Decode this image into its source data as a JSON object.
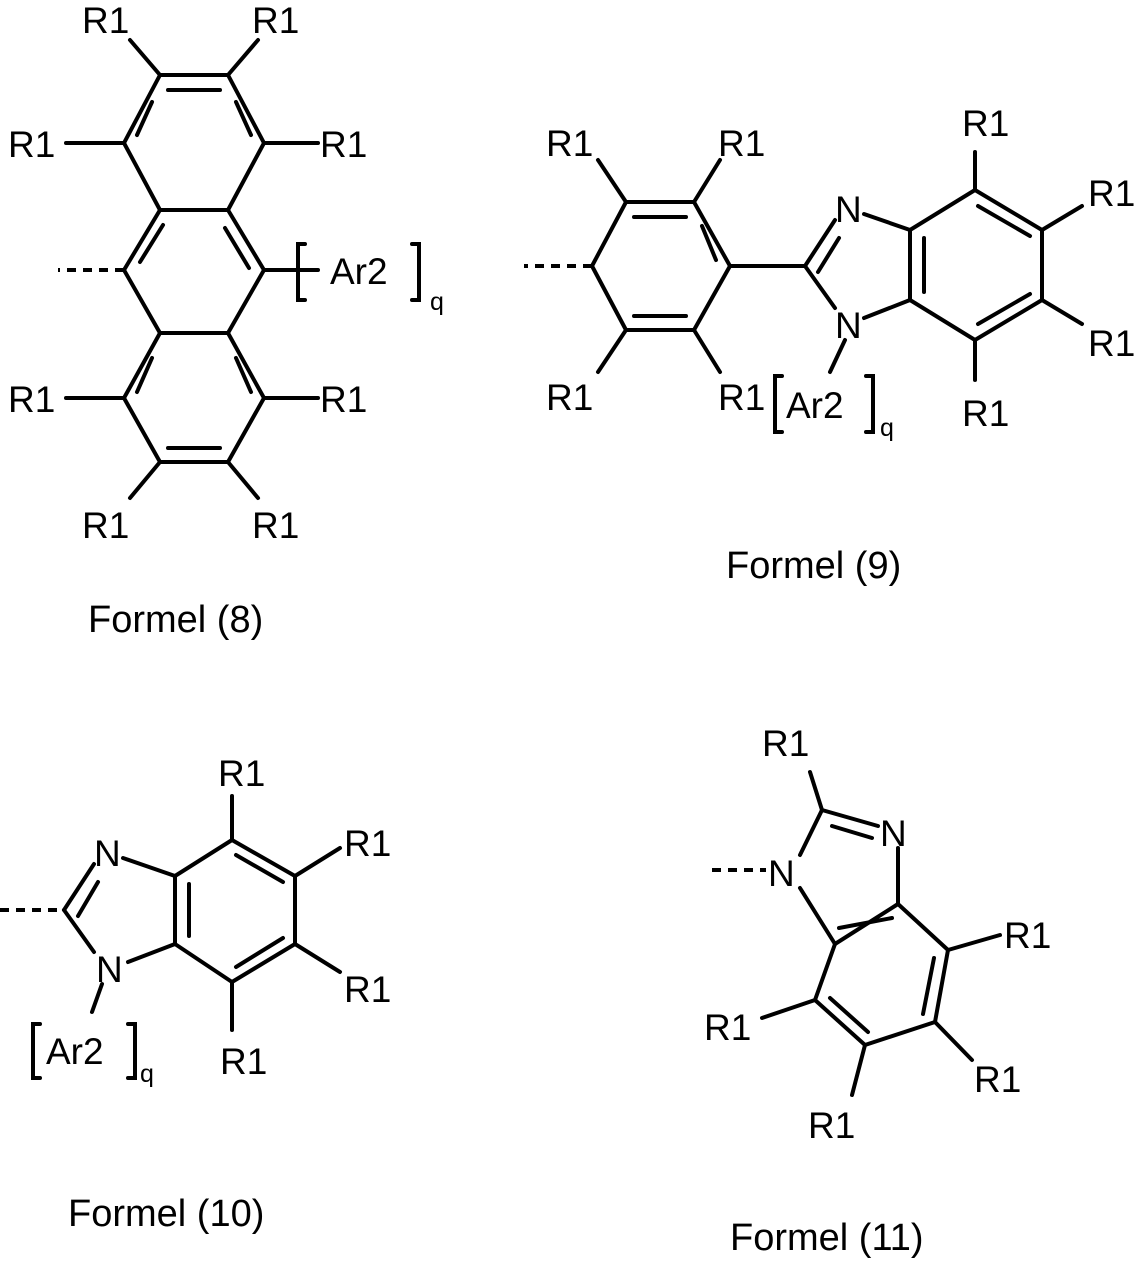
{
  "labels": {
    "r1": "R1",
    "ar2": "Ar2",
    "q": "q",
    "n": "N"
  },
  "captions": {
    "f8": "Formel (8)",
    "f9": "Formel (9)",
    "f10": "Formel (10)",
    "f11": "Formel (11)"
  }
}
